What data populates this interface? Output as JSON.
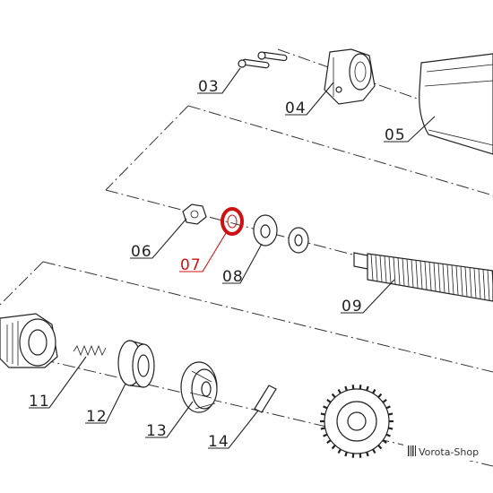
{
  "diagram": {
    "labels": {
      "p03": "03",
      "p04": "04",
      "p05": "05",
      "p06": "06",
      "p07": "07",
      "p08": "08",
      "p09": "09",
      "p11": "11",
      "p12": "12",
      "p13": "13",
      "p14": "14"
    },
    "highlight_color": "#d01010"
  },
  "watermark": {
    "text": "Vorota-Shop"
  }
}
